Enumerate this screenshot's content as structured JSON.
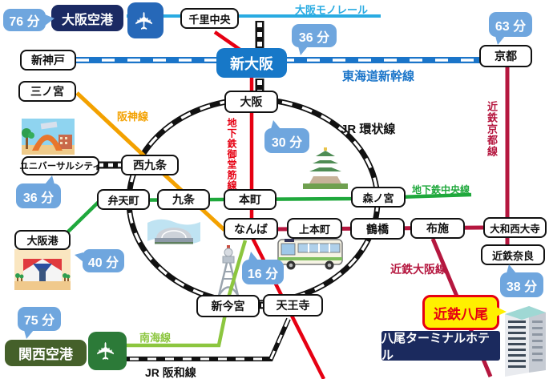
{
  "lines": {
    "monorail": {
      "label": "大阪モノレール",
      "color": "#29ABE2"
    },
    "shinkansen": {
      "label": "東海道新幹線",
      "color": "#1B75C9"
    },
    "hanshin": {
      "label": "阪神線",
      "color": "#F3A100"
    },
    "jr_loop": {
      "label": "JR 環状線",
      "color": "#111111"
    },
    "midosuji": {
      "label": "地下鉄御堂筋線",
      "color": "#E60012"
    },
    "chuo": {
      "label": "地下鉄中央線",
      "color": "#1FA83C"
    },
    "kintetsu_kyoto": {
      "label": "近鉄京都線",
      "color": "#B5173F"
    },
    "kintetsu_osaka": {
      "label": "近鉄大阪線",
      "color": "#B5173F"
    },
    "nankai": {
      "label": "南海線",
      "color": "#8CC63F"
    },
    "hanwa": {
      "label": "JR 阪和線",
      "color": "#111111"
    }
  },
  "stations": {
    "osaka_airport": "大阪空港",
    "senri_chuo": "千里中央",
    "shin_kobe": "新神戸",
    "shin_osaka": "新大阪",
    "kyoto": "京都",
    "sannomiya": "三ノ宮",
    "universal_city": "ユニバーサルシティ",
    "nishikujo": "西九条",
    "osaka": "大阪",
    "bentencho": "弁天町",
    "kujo": "九条",
    "hommachi": "本町",
    "morinomiya": "森ノ宮",
    "osakako": "大阪港",
    "namba": "なんば",
    "uehommachi": "上本町",
    "tsuruhashi": "鶴橋",
    "fuse": "布施",
    "yamato_saidaiji": "大和西大寺",
    "kintetsu_nara": "近鉄奈良",
    "shin_imamiya": "新今宮",
    "tennoji": "天王寺",
    "kansai_airport": "関西空港",
    "kintetsu_yao": "近鉄八尾",
    "yao_terminal_hotel": "八尾ターミナルホテル"
  },
  "times": {
    "itami_airport": "76 分",
    "shin_osaka": "36 分",
    "kyoto": "63 分",
    "universal_city": "36 分",
    "osaka": "30 分",
    "osakako": "40 分",
    "namba": "16 分",
    "kansai_airport": "75 分",
    "kintetsu_nara": "38 分"
  },
  "icons": {
    "airplane": "✈"
  },
  "colors": {
    "time_bubble": "#6FA6DE",
    "shin_osaka_box": "#1778C8",
    "osaka_airport_box": "#1B2A63",
    "kansai_airport_box": "#45602A",
    "airport_plane_blue": "#2668B8",
    "airport_plane_green": "#2C7A38",
    "kintetsu_yao_bg": "#FFF000",
    "kintetsu_yao_text": "#E60012",
    "hotel_bar_bg": "#1B2A5E"
  }
}
